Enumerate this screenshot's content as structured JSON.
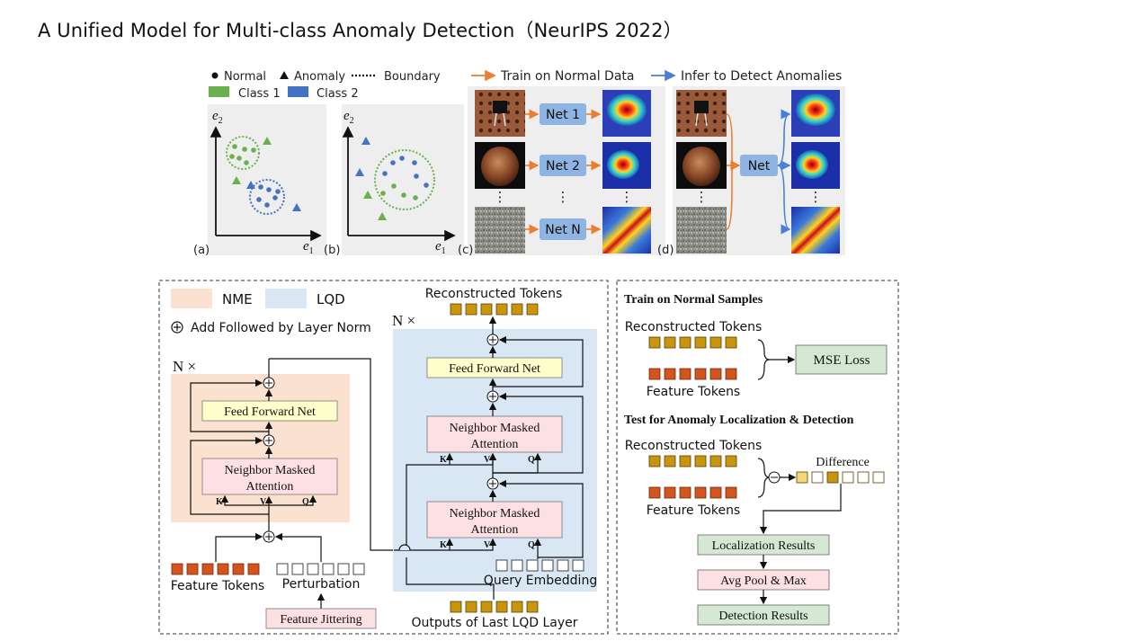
{
  "title": "A Unified Model for Multi-class Anomaly Detection（NeurIPS 2022）",
  "top_legend": {
    "normal": "Normal",
    "anomaly": "Anomaly",
    "boundary": "Boundary",
    "class1": "Class 1",
    "class2": "Class 2",
    "train": "Train on Normal Data",
    "infer": "Infer to Detect Anomalies"
  },
  "panels": {
    "a": "(a)",
    "b": "(b)",
    "c": "(c)",
    "d": "(d)",
    "axis_x": "e",
    "axis_x_sub": "1",
    "axis_y": "e",
    "axis_y_sub": "2"
  },
  "nets": {
    "net1": "Net 1",
    "net2": "Net 2",
    "netN": "Net N",
    "net": "Net",
    "dots": "⋮"
  },
  "arch": {
    "nme": "NME",
    "lqd": "LQD",
    "add_norm": "Add Followed by Layer Norm",
    "nx_left": "N ×",
    "nx_right": "N ×",
    "ffn": "Feed Forward Net",
    "nma": "Neighbor Masked",
    "nma2": "Attention",
    "k": "K",
    "v": "V",
    "q": "Q",
    "feature_tokens": "Feature Tokens",
    "perturbation": "Perturbation",
    "feature_jittering": "Feature Jittering",
    "reconstructed_tokens": "Reconstructed Tokens",
    "query_embedding": "Query Embedding",
    "outputs_last": "Outputs of Last LQD Layer"
  },
  "right": {
    "train_title": "Train on Normal Samples",
    "rec_tokens": "Reconstructed Tokens",
    "feat_tokens": "Feature Tokens",
    "mse": "MSE Loss",
    "test_title": "Test for Anomaly Localization & Detection",
    "rec_tokens2": "Reconstructed Tokens",
    "feat_tokens2": "Feature Tokens",
    "difference": "Difference",
    "loc": "Localization Results",
    "avg": "Avg Pool & Max",
    "det": "Detection Results"
  },
  "colors": {
    "green": "#6ab04c",
    "blue": "#4472c4",
    "orange_arrow": "#ed7d31",
    "blue_arrow": "#4a7fd4",
    "gold_token": "#c9950c",
    "orange_token": "#d4541e",
    "nme_bg": "#fbe1cf",
    "lqd_bg": "#d9e6f3",
    "ffn_bg": "#ffffcc",
    "nma_bg": "#fde0e4",
    "green_box": "#d5e8d4",
    "pink_box": "#fde0e4"
  }
}
